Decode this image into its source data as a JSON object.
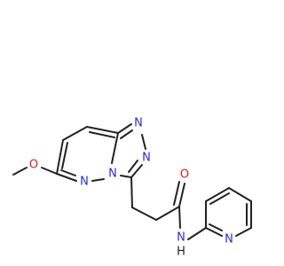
{
  "molecule": {
    "atom_labels": {
      "methoxy_o": "O",
      "pyridazine_n": "N",
      "bridge_n": "N",
      "triazole_n1": "N",
      "triazole_n2": "N",
      "carbonyl_o": "O",
      "amide_n": "N",
      "amide_h": "H",
      "pyridine_n": "N"
    },
    "colors": {
      "carbon": "#222222",
      "nitrogen": "#2b2bd9",
      "oxygen": "#e02020"
    }
  }
}
